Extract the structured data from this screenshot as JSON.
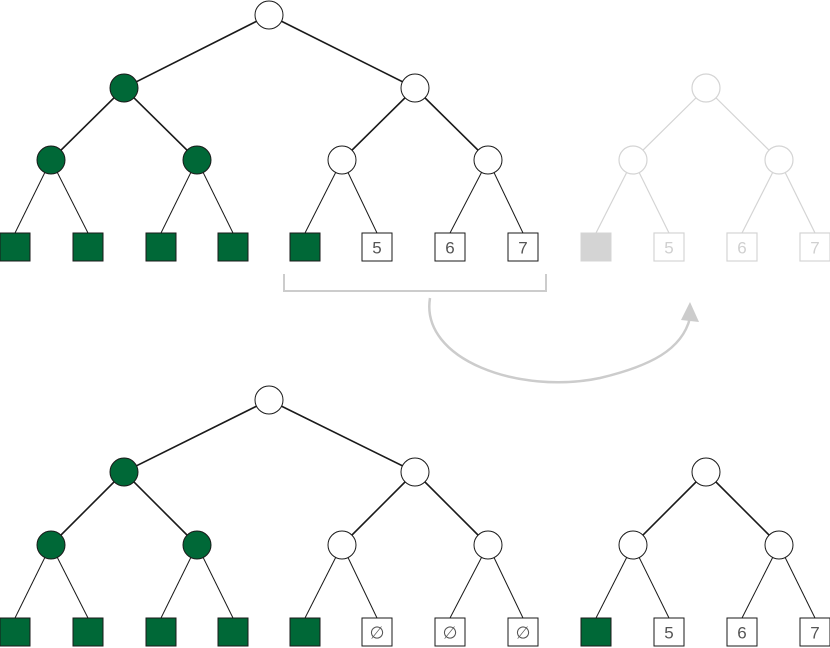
{
  "colors": {
    "filled": "#006837",
    "empty": "#ffffff",
    "stroke": "#1a1a1a",
    "ghost": "#d4d4d4"
  },
  "top_tree": {
    "filled_internal": 3,
    "leaves": [
      {
        "filled": true,
        "label": ""
      },
      {
        "filled": true,
        "label": ""
      },
      {
        "filled": true,
        "label": ""
      },
      {
        "filled": true,
        "label": ""
      },
      {
        "filled": true,
        "label": ""
      },
      {
        "filled": false,
        "label": "5"
      },
      {
        "filled": false,
        "label": "6"
      },
      {
        "filled": false,
        "label": "7"
      }
    ]
  },
  "ghost_tree": {
    "leaves": [
      {
        "filled": true,
        "label": ""
      },
      {
        "filled": false,
        "label": "5"
      },
      {
        "filled": false,
        "label": "6"
      },
      {
        "filled": false,
        "label": "7"
      }
    ]
  },
  "bottom_tree": {
    "filled_internal": 3,
    "leaves": [
      {
        "filled": true,
        "label": ""
      },
      {
        "filled": true,
        "label": ""
      },
      {
        "filled": true,
        "label": ""
      },
      {
        "filled": true,
        "label": ""
      },
      {
        "filled": true,
        "label": ""
      },
      {
        "filled": false,
        "label": "∅"
      },
      {
        "filled": false,
        "label": "∅"
      },
      {
        "filled": false,
        "label": "∅"
      }
    ]
  },
  "bottom_small_tree": {
    "leaves": [
      {
        "filled": true,
        "label": ""
      },
      {
        "filled": false,
        "label": "5"
      },
      {
        "filled": false,
        "label": "6"
      },
      {
        "filled": false,
        "label": "7"
      }
    ]
  }
}
